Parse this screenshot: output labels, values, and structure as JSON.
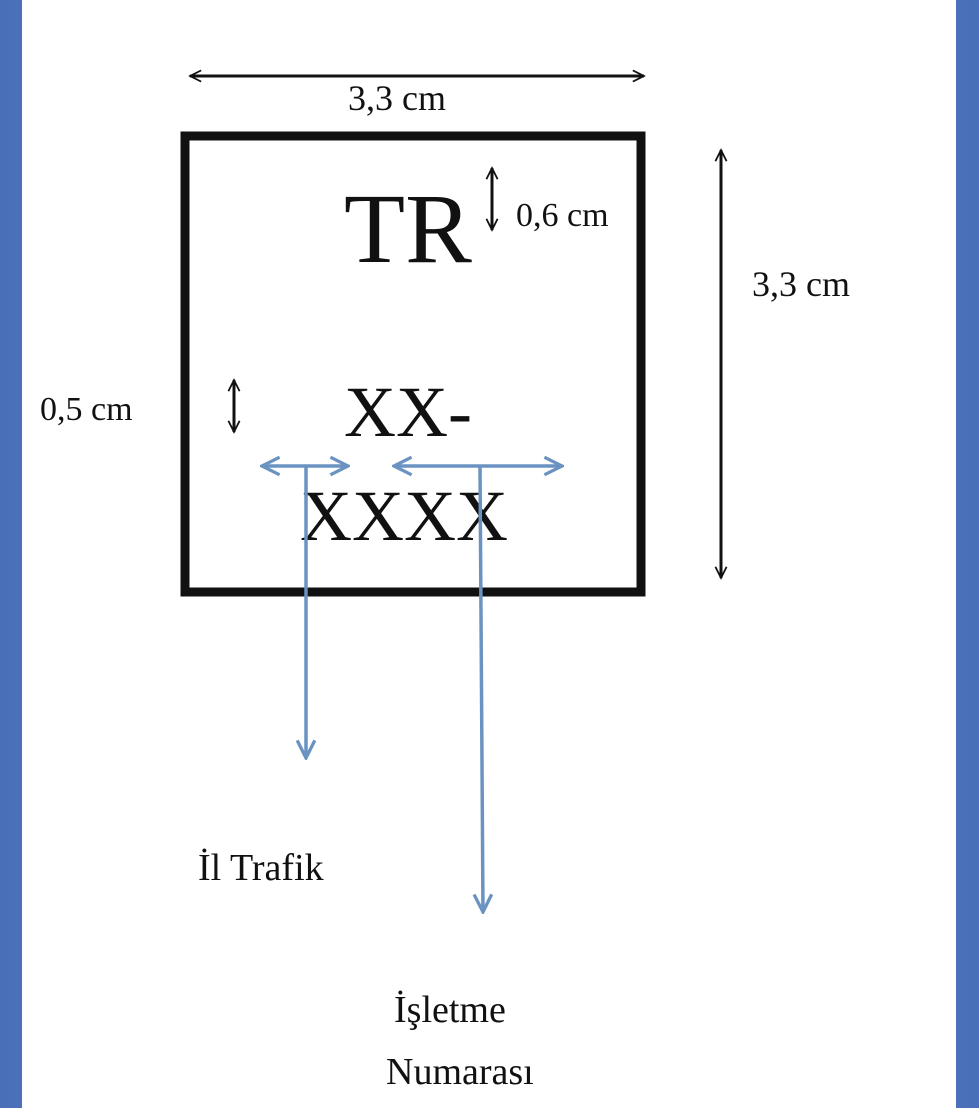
{
  "dimensions": {
    "top_width": "3,3 cm",
    "right_height": "3,3 cm",
    "tr_height": "0,6 cm",
    "code_height": "0,5 cm"
  },
  "label": {
    "country": "TR",
    "code_line1": "XX-",
    "code_line2": "XXXX"
  },
  "callouts": {
    "province": "İl Trafik",
    "business_line1": "İşletme",
    "business_line2": "Numarası"
  },
  "colors": {
    "background": "#5d84cf",
    "page": "#ffffff",
    "border": "#111111",
    "arrow_blue": "#6b93c2"
  }
}
